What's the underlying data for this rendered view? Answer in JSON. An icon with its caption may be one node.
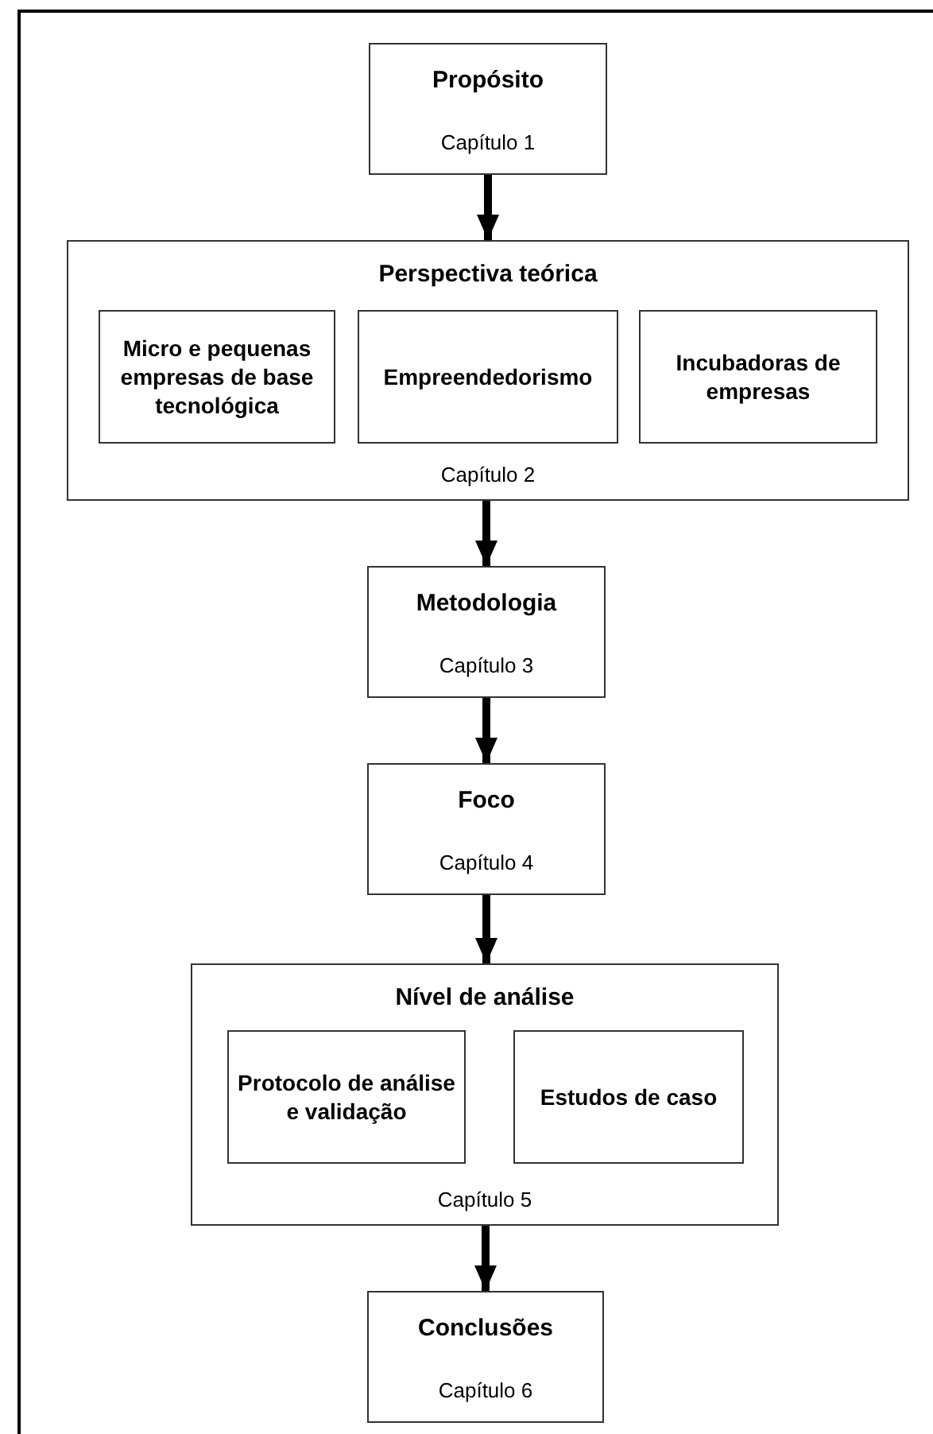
{
  "diagram": {
    "nodes": [
      {
        "text": [
          "Propósito",
          "Capítulo 1"
        ]
      },
      {
        "text": [
          "Perspectiva teórica",
          "Capítulo 2"
        ]
      },
      {
        "text": [
          "Micro e pequenas empresas de base tecnológica"
        ],
        "in": 1
      },
      {
        "text": [
          "Empreendedorismo"
        ],
        "in": 1
      },
      {
        "text": [
          "Incubadoras de empresas"
        ],
        "in": 1
      },
      {
        "text": [
          "Metodologia",
          "Capítulo 3"
        ]
      },
      {
        "text": [
          "Foco",
          "Capítulo 4"
        ]
      },
      {
        "text": [
          "Nível de análise",
          "Capítulo 5"
        ]
      },
      {
        "text": [
          "Protocolo de análise e validação"
        ],
        "in": 7
      },
      {
        "text": [
          "Estudos de caso"
        ],
        "in": 7
      },
      {
        "text": [
          "Conclusões",
          "Capítulo 6"
        ]
      }
    ],
    "edges": [
      {
        "from": 0,
        "to": 1,
        "arrow": "to"
      },
      {
        "from": 1,
        "to": 5,
        "arrow": "to"
      },
      {
        "from": 5,
        "to": 6,
        "arrow": "to"
      },
      {
        "from": 6,
        "to": 7,
        "arrow": "to"
      },
      {
        "from": 7,
        "to": 10,
        "arrow": "to"
      }
    ]
  }
}
